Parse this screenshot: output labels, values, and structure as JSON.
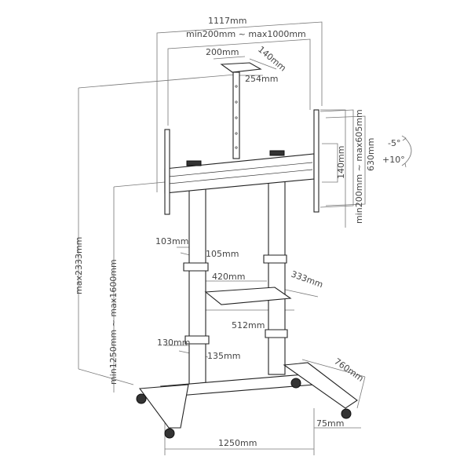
{
  "title": "Mobile TV stand dimension drawing",
  "dimensions": {
    "overall_width": "1117mm",
    "vesa_width_range": "min200mm ~ max1000mm",
    "top_plate_width": "200mm",
    "top_plate_depth": "140mm",
    "top_plate_offset": "254mm",
    "vesa_height_range": "min200mm ~ max605mm",
    "bracket_height": "630mm",
    "mount_plate_height": "140mm",
    "tilt_up": "-5°",
    "tilt_down": "+10°",
    "max_height": "max2333mm",
    "center_height_range": "min1250mm ~ max1600mm",
    "column_width": "103mm",
    "column_depth": "105mm",
    "shelf_width": "420mm",
    "shelf_depth": "333mm",
    "shelf_spacing": "512mm",
    "base_column_width": "130mm",
    "base_column_depth": "135mm",
    "base_depth": "760mm",
    "caster_height": "75mm",
    "base_width": "1250mm"
  }
}
